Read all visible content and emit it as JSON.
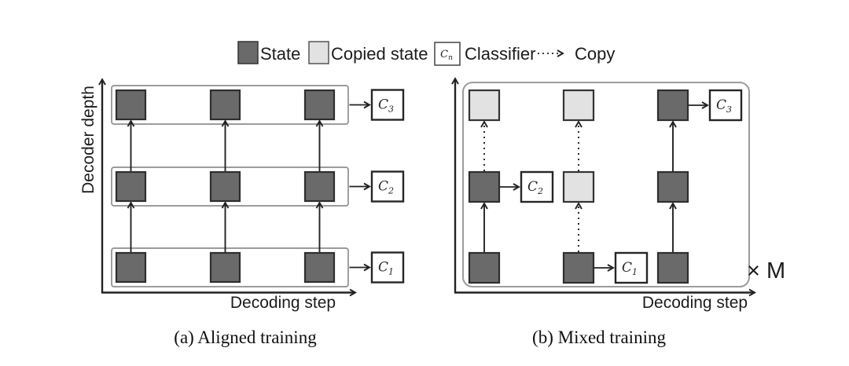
{
  "figure": {
    "description": "Two-panel training-scheme diagram with shared legend"
  },
  "colors": {
    "state_fill": "#6a6a6a",
    "state_border": "#2e2e2e",
    "copied_fill": "#e2e2e2",
    "copied_border": "#343434",
    "arrow": "#222222",
    "frame_a": "#8f8f8f",
    "frame_b": "#9c9c9c",
    "text": "#1c1c1c"
  },
  "legend": {
    "items": [
      {
        "id": "state",
        "label": "State"
      },
      {
        "id": "copied-state",
        "label": "Copied state"
      },
      {
        "id": "classifier",
        "label": "Classifier",
        "symbol": "C",
        "symbol_sub": "n"
      },
      {
        "id": "copy",
        "label": "Copy"
      }
    ]
  },
  "panels": {
    "a": {
      "caption": "(a) Aligned training",
      "x_axis_label": "Decoding step",
      "y_axis_label": "Decoder depth",
      "cells": [
        [
          "state",
          "state",
          "state"
        ],
        [
          "state",
          "state",
          "state"
        ],
        [
          "state",
          "state",
          "state"
        ]
      ],
      "edges": [
        [
          "solid",
          "solid"
        ],
        [
          "solid",
          "solid"
        ],
        [
          "solid",
          "solid"
        ]
      ],
      "classifiers": [
        {
          "symbol": "C",
          "sub": "1",
          "row": 1
        },
        {
          "symbol": "C",
          "sub": "2",
          "row": 2
        },
        {
          "symbol": "C",
          "sub": "3",
          "row": 3
        }
      ]
    },
    "b": {
      "caption": "(b) Mixed training",
      "x_axis_label": "Decoding step",
      "multiplier_label": "× M",
      "cells": [
        [
          "state",
          "state",
          "copied"
        ],
        [
          "state",
          "copied",
          "copied"
        ],
        [
          "state",
          "state",
          "state"
        ]
      ],
      "edges": [
        [
          "solid",
          "copy"
        ],
        [
          "copy",
          "copy"
        ],
        [
          "solid",
          "solid"
        ]
      ],
      "classifiers": [
        {
          "symbol": "C",
          "sub": "2",
          "col": 1,
          "row": 2
        },
        {
          "symbol": "C",
          "sub": "1",
          "col": 2,
          "row": 1
        },
        {
          "symbol": "C",
          "sub": "3",
          "col": 3,
          "row": 3
        }
      ]
    }
  }
}
